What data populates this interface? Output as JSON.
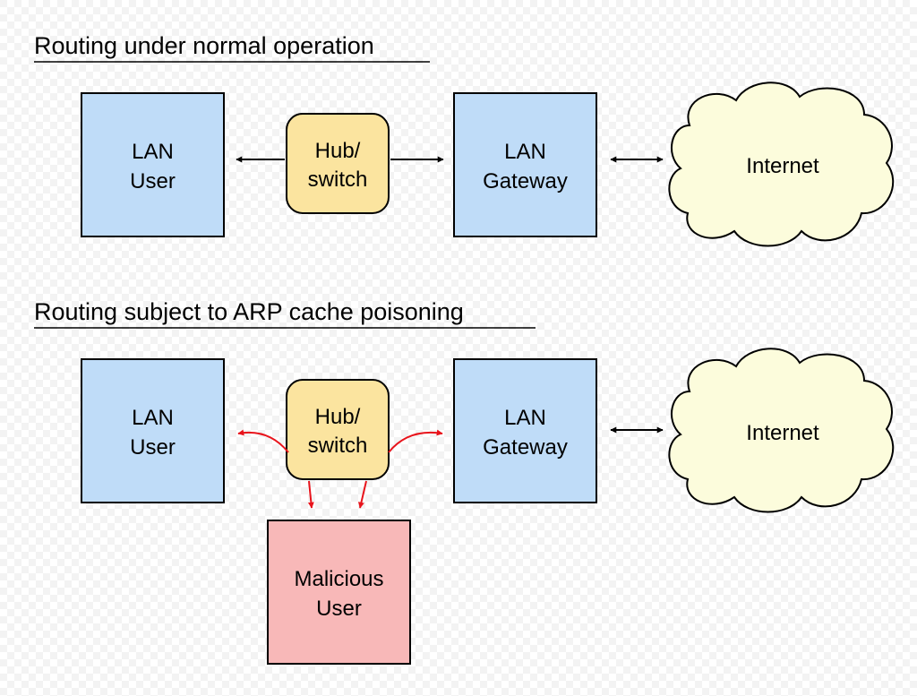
{
  "sections": {
    "normal": {
      "title": "Routing under normal operation",
      "lan_user": [
        "LAN",
        "User"
      ],
      "hub": [
        "Hub/",
        "switch"
      ],
      "gateway": [
        "LAN",
        "Gateway"
      ],
      "internet": "Internet"
    },
    "poisoned": {
      "title": "Routing subject to ARP cache poisoning",
      "lan_user": [
        "LAN",
        "User"
      ],
      "hub": [
        "Hub/",
        "switch"
      ],
      "gateway": [
        "LAN",
        "Gateway"
      ],
      "internet": "Internet",
      "malicious": [
        "Malicious",
        "User"
      ]
    }
  },
  "colors": {
    "lan_box": "#bfdcf8",
    "hub_box": "#fbe49f",
    "cloud": "#fcfcdc",
    "malicious_box": "#f8b8b8",
    "normal_arrow": "#000000",
    "attack_arrow": "#e8141c",
    "stroke": "#000000"
  }
}
